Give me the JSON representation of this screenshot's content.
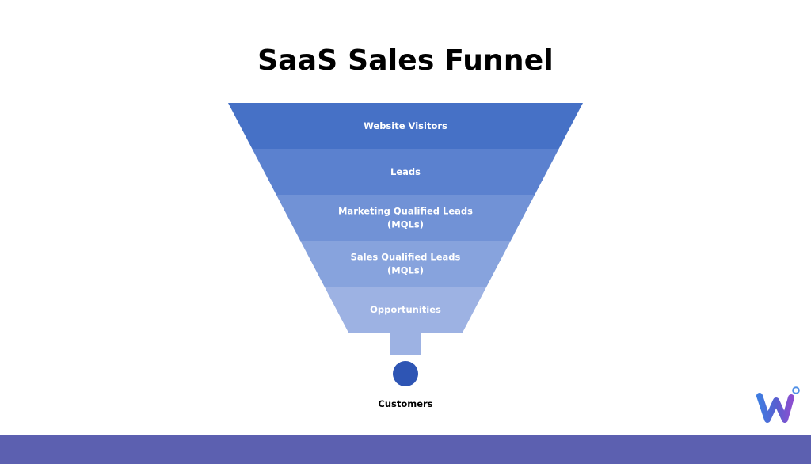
{
  "title": "SaaS Sales Funnel",
  "stages": [
    {
      "lines": [
        "Website Visitors"
      ],
      "color": "#4671c6"
    },
    {
      "lines": [
        "Leads"
      ],
      "color": "#5b81cf"
    },
    {
      "lines": [
        "Marketing Qualified Leads",
        "(MQLs)"
      ],
      "color": "#7192d6"
    },
    {
      "lines": [
        "Sales Qualified Leads",
        "(MQLs)"
      ],
      "color": "#87a3dd"
    },
    {
      "lines": [
        "Opportunities"
      ],
      "color": "#9db2e3"
    }
  ],
  "outcome": {
    "label": "Customers",
    "color": "#2e55b4"
  },
  "footer_color": "#5c60b0",
  "logo_icon": "w-logo-icon"
}
